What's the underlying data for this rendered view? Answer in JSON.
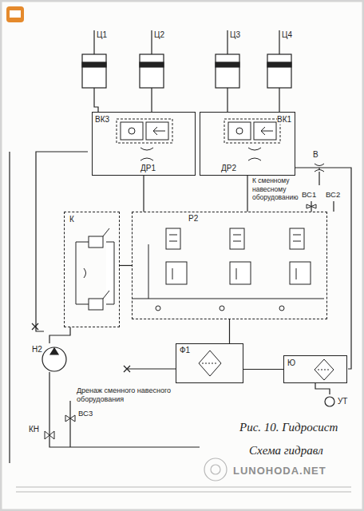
{
  "diagram": {
    "caption": "Рис. 10. Гидросист",
    "nodes": [
      {
        "text": [
          "Ц1"
        ]
      },
      {
        "text": [
          "Ц2"
        ]
      },
      {
        "text": [
          "Ц3"
        ]
      },
      {
        "text": [
          "Ц4"
        ]
      },
      {
        "text": [
          "ВК3",
          "ДР1"
        ]
      },
      {
        "text": [
          "ВК1",
          "ДР2"
        ]
      },
      {
        "text": [
          "К"
        ]
      },
      {
        "text": [
          "Р2"
        ]
      },
      {
        "text": [
          "Н2"
        ]
      },
      {
        "text": [
          "Ф1"
        ]
      },
      {
        "text": [
          "Ю"
        ]
      },
      {
        "text": [
          "УТ"
        ]
      }
    ],
    "edges": [
      {
        "from": 0,
        "to": 4,
        "arrow": "none"
      },
      {
        "from": 1,
        "to": 4,
        "arrow": "none"
      },
      {
        "from": 2,
        "to": 5,
        "arrow": "none"
      },
      {
        "from": 3,
        "to": 5,
        "arrow": "none"
      },
      {
        "from": 4,
        "to": 7,
        "arrow": "none"
      },
      {
        "from": 5,
        "to": 7,
        "arrow": "none"
      },
      {
        "from": 8,
        "to": 6,
        "arrow": "none"
      },
      {
        "from": 6,
        "to": 7,
        "arrow": "none"
      },
      {
        "from": 7,
        "to": 9,
        "arrow": "none"
      },
      {
        "from": 9,
        "to": 10,
        "arrow": "none"
      },
      {
        "from": 10,
        "to": 11,
        "arrow": "none"
      }
    ],
    "labels": [
      "В",
      "К сменному навесному оборудованию",
      "ВС1",
      "ВС2",
      "Дренаж сменного навесного оборудования",
      "ВС3",
      "КН",
      "LUNOHODA.NET",
      "Схема гидравл"
    ]
  }
}
